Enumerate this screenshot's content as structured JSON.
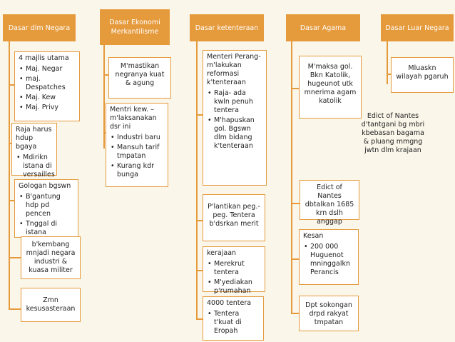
{
  "headers": {
    "negara": "Dasar dlm Negara",
    "ekonomi": "Dasar Ekonomi Merkantilisme",
    "ketenteraan": "Dasar ketenteraan",
    "agama": "Dasar Agama",
    "luar": "Dasar Luar Negara"
  },
  "negara": {
    "box1_title": "4 majlis utama",
    "box1_items": [
      "Maj. Negar",
      "maj. Despatches",
      "Maj. Kew",
      "Maj. Privy"
    ],
    "box2_title": "Raja harus hdup bgaya",
    "box2_items": [
      "Mdirikn istana di versailles"
    ],
    "box3_title": "Gologan bgswn",
    "box3_items": [
      "B'gantung hdp pd pencen",
      "Tnggal di istana"
    ],
    "box4_text": "b'kembang mnjadi negara industri & kuasa militer",
    "box5_text": "Zmn kesusasteraan"
  },
  "ekonomi": {
    "box1_text": "M'mastikan negranya kuat & agung",
    "box2_title": "Mentri kew. – m'laksanakan dsr ini",
    "box2_items": [
      "Industri baru",
      "Mansuh tarif tmpatan",
      "Kurang kdr bunga"
    ]
  },
  "ketenteraan": {
    "box1_title": "Menteri Perang- m'lakukan reformasi k'tenteraan",
    "box1_items": [
      "Raja- ada kwln penuh tentera",
      "M'hapuskan gol. Bgswn dlm bidang k'tenteraan"
    ],
    "box2_text": "P'lantikan peg.- peg. Tentera b'dsrkan merit",
    "box3_title": "kerajaan",
    "box3_items": [
      "Merekrut tentera",
      "M'yediakan p'rumahan"
    ],
    "box4_title": "4000 tentera",
    "box4_items": [
      "Tentera t'kuat di Eropah"
    ]
  },
  "agama": {
    "box1_text": "M'maksa gol. Bkn Katolik, hugeunot utk mnerima agam katolik",
    "box2_text": "Edict of Nantes dbtalkan 1685 krn dslh anggap",
    "box3_title": "Kesan",
    "box3_items": [
      "200 000 Huguenot mninggalkn Perancis"
    ],
    "box4_text": "Dpt sokongan drpd rakyat tmpatan"
  },
  "luar": {
    "box1_text": "Mluaskn wilayah pgaruh",
    "edict_text": "Edict of Nantes d'tantgani bg mbri kbebasan bagama & pluang mmgng jwtn dlm krajaan"
  }
}
